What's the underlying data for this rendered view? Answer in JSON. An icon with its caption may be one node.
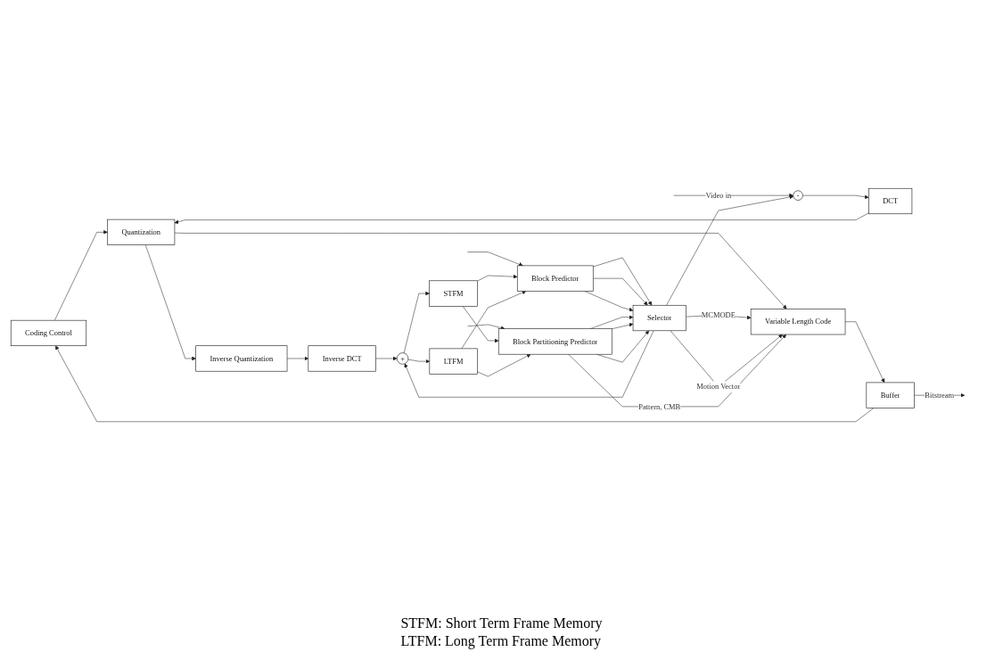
{
  "diagram": {
    "nodes": [
      {
        "text": [
          "Coding Control"
        ]
      },
      {
        "text": [
          "-"
        ]
      },
      {
        "text": [
          "DCT"
        ]
      },
      {
        "text": [
          "Quantization"
        ]
      },
      {
        "text": [
          "Variable Length Code"
        ]
      },
      {
        "text": [
          "Buffer"
        ]
      },
      {
        "text": [
          "Inverse Quantization"
        ]
      },
      {
        "text": [
          "Inverse DCT"
        ]
      },
      {
        "text": [
          "+"
        ]
      },
      {
        "text": [
          "Selector"
        ]
      },
      {
        "text": [
          "Block Predictor"
        ]
      },
      {
        "text": [
          "STFM"
        ]
      },
      {
        "text": [
          "Block Partitioning Predictor"
        ]
      },
      {
        "text": [
          "LTFM"
        ]
      }
    ],
    "edges": [
      {
        "from": null,
        "to": 1,
        "arrow": "to",
        "label": "Video in"
      },
      {
        "from": null,
        "to": 10,
        "arrow": "to"
      },
      {
        "from": null,
        "to": 12,
        "arrow": "to"
      },
      {
        "from": 1,
        "to": 2,
        "arrow": "to"
      },
      {
        "from": 2,
        "to": 3,
        "arrow": "to"
      },
      {
        "from": 3,
        "to": 4,
        "arrow": "to"
      },
      {
        "from": 3,
        "to": 6,
        "arrow": "to"
      },
      {
        "from": 4,
        "to": 5,
        "arrow": "to"
      },
      {
        "from": 5,
        "to": null,
        "arrow": "to",
        "label": "Bitstream"
      },
      {
        "from": 5,
        "to": 0,
        "arrow": "to"
      },
      {
        "from": 0,
        "to": 3,
        "arrow": "to"
      },
      {
        "from": 6,
        "to": 7,
        "arrow": "to"
      },
      {
        "from": 7,
        "to": 8,
        "arrow": "to"
      },
      {
        "from": 9,
        "to": 4,
        "arrow": "to",
        "label": "MCMODE"
      },
      {
        "from": 9,
        "to": 1,
        "arrow": "to"
      },
      {
        "from": 9,
        "to": 8,
        "arrow": "to"
      },
      {
        "from": 9,
        "to": 4,
        "arrow": "to",
        "label": "Motion Vector"
      },
      {
        "from": 10,
        "to": 9,
        "arrow": "to"
      },
      {
        "from": 10,
        "to": 9,
        "arrow": "to"
      },
      {
        "from": 10,
        "to": 9,
        "arrow": "to"
      },
      {
        "from": 12,
        "to": 9,
        "arrow": "to"
      },
      {
        "from": 12,
        "to": 9,
        "arrow": "to"
      },
      {
        "from": 12,
        "to": 9,
        "arrow": "to"
      },
      {
        "from": 11,
        "to": 10,
        "arrow": "to"
      },
      {
        "from": 11,
        "to": 12,
        "arrow": "to"
      },
      {
        "from": 13,
        "to": 10,
        "arrow": "to"
      },
      {
        "from": 13,
        "to": 12,
        "arrow": "to"
      },
      {
        "from": 8,
        "to": 11,
        "arrow": "to"
      },
      {
        "from": 8,
        "to": 13,
        "arrow": "to"
      },
      {
        "from": 12,
        "to": 4,
        "arrow": "to",
        "label": "Pattern, CMB"
      }
    ],
    "labels": [
      "STFM: Short Term Frame Memory",
      "LTFM: Long Term Frame Memory"
    ]
  }
}
